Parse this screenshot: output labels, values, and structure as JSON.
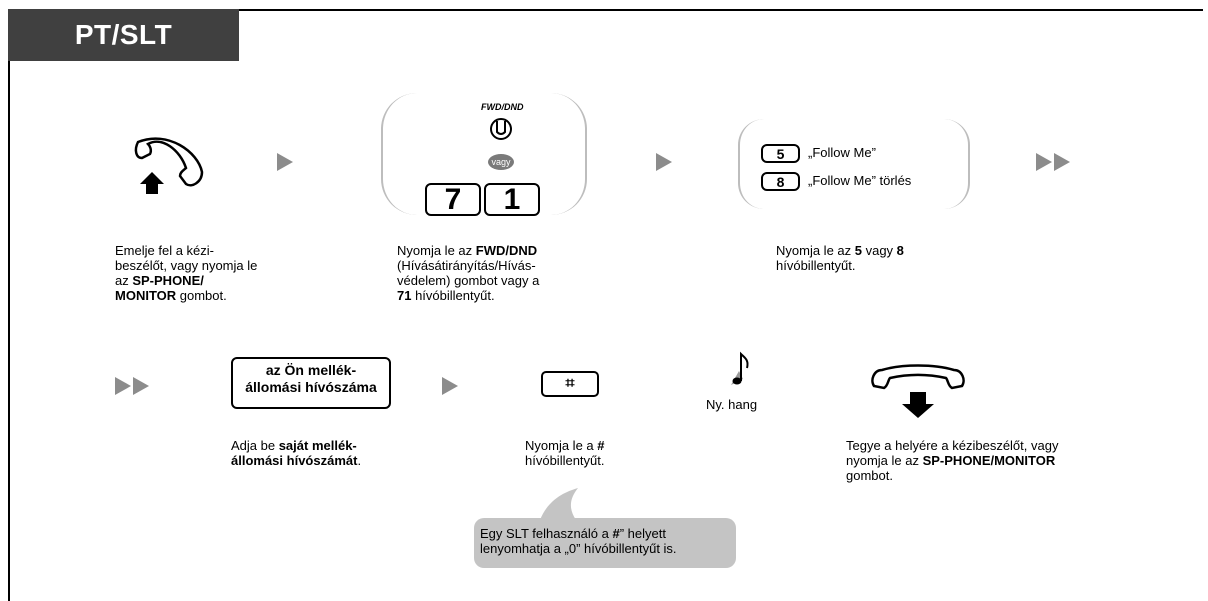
{
  "header": {
    "title": "PT/SLT"
  },
  "step1": {
    "icon": "handset-offhook-icon",
    "lines": [
      "Emelje fel a kézi-",
      "beszélőt, vagy nyomja le",
      "az ",
      "SP-PHONE/",
      "MONITOR",
      " gombot."
    ]
  },
  "step2": {
    "fwd_label": "FWD/DND",
    "or_label": "vagy",
    "key1": "7",
    "key2": "1",
    "desc": {
      "l1a": "Nyomja le az ",
      "l1b": "FWD/DND",
      "l2": "(Hívásátirányítás/Hívás-",
      "l3": "védelem) gombot vagy a",
      "l4a": "71",
      "l4b": " hívóbillentyűt."
    }
  },
  "step3": {
    "opt1_key": "5",
    "opt1_label": "„Follow Me”",
    "opt2_key": "8",
    "opt2_label": "„Follow Me” törlés",
    "desc": {
      "l1a": "Nyomja le az ",
      "l1b": "5",
      "l1c": " vagy ",
      "l1d": "8",
      "l2": "hívóbillentyűt."
    }
  },
  "step4": {
    "box_line1": "az Ön mellék-",
    "box_line2": "állomási hívószáma",
    "desc": {
      "l1a": "Adja be ",
      "l1b": "saját mellék-",
      "l2a": "állomási hívószámát",
      "l2b": "."
    }
  },
  "step5": {
    "key": "⌗",
    "desc": {
      "l1a": "Nyomja le a ",
      "l1b": "#",
      "l2": "hívóbillentyűt."
    },
    "note": {
      "l1a": "Egy SLT felhasználó a ",
      "l1b": "#",
      "l1c": "” helyett",
      "l2": "lenyomhatja a „0” hívóbillentyűt is."
    }
  },
  "step6": {
    "icon": "music-note-icon",
    "label": "Ny. hang"
  },
  "step7": {
    "icon": "handset-onhook-icon",
    "desc": {
      "l1": "Tegye a helyére a kézibeszélőt, vagy",
      "l2a": "nyomja le az ",
      "l2b": "SP-PHONE/MONITOR",
      "l3": "gombot."
    }
  },
  "colors": {
    "header_bg": "#404040",
    "arrow": "#8c8c8c",
    "bubble": "#c4c4c4",
    "paren": "#bdbdbd"
  }
}
